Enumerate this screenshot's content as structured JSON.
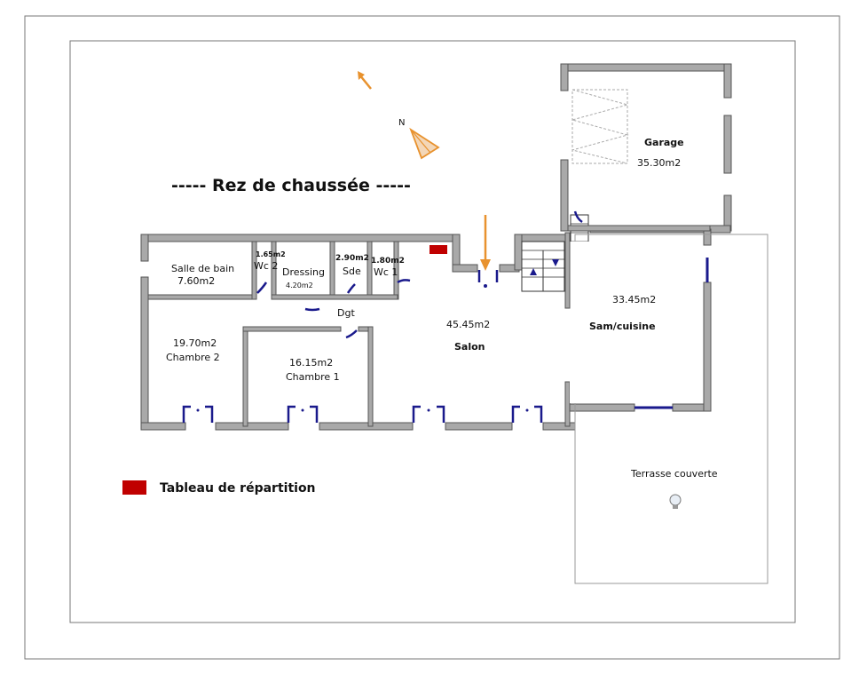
{
  "title": "----- Rez de chaussée -----",
  "compass": {
    "north_label": "N",
    "accent": "#e8922e"
  },
  "rooms": {
    "salle_de_bain": {
      "name": "Salle de bain",
      "area": "7.60m2"
    },
    "wc2": {
      "name": "Wc 2",
      "area": "1.65m2"
    },
    "dressing": {
      "name": "Dressing",
      "area": "4.20m2"
    },
    "sde": {
      "name": "Sde",
      "area": "2.90m2"
    },
    "wc1": {
      "name": "Wc 1",
      "area": "1.80m2"
    },
    "dgt": {
      "name": "Dgt"
    },
    "chambre2": {
      "name": "Chambre 2",
      "area": "19.70m2"
    },
    "chambre1": {
      "name": "Chambre 1",
      "area": "16.15m2"
    },
    "salon": {
      "name": "Salon",
      "area": "45.45m2"
    },
    "sam_cuisine": {
      "name": "Sam/cuisine",
      "area": "33.45m2"
    },
    "garage": {
      "name": "Garage",
      "area": "35.30m2"
    },
    "terrasse": {
      "name": "Terrasse couverte"
    }
  },
  "legend": {
    "label": "Tableau de répartition",
    "color": "#c00000"
  },
  "colors": {
    "wall": "#a9a9a9",
    "door": "#1a1a8c",
    "arrow": "#e8922e"
  }
}
